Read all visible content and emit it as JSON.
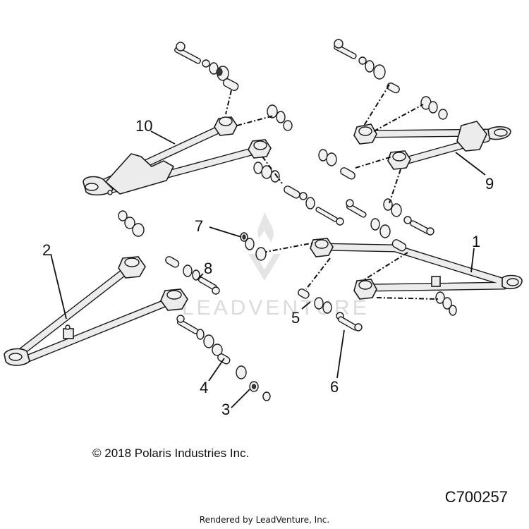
{
  "diagram": {
    "watermark_text": "LEADVENTURE",
    "watermark_icon": "flame-v-logo",
    "callouts": [
      "1",
      "2",
      "3",
      "4",
      "5",
      "6",
      "7",
      "8",
      "9",
      "10"
    ]
  },
  "footer": {
    "copyright": "© 2018 Polaris Industries Inc.",
    "diagram_code": "C700257",
    "rendered_by": "Rendered by LeadVenture, Inc."
  }
}
